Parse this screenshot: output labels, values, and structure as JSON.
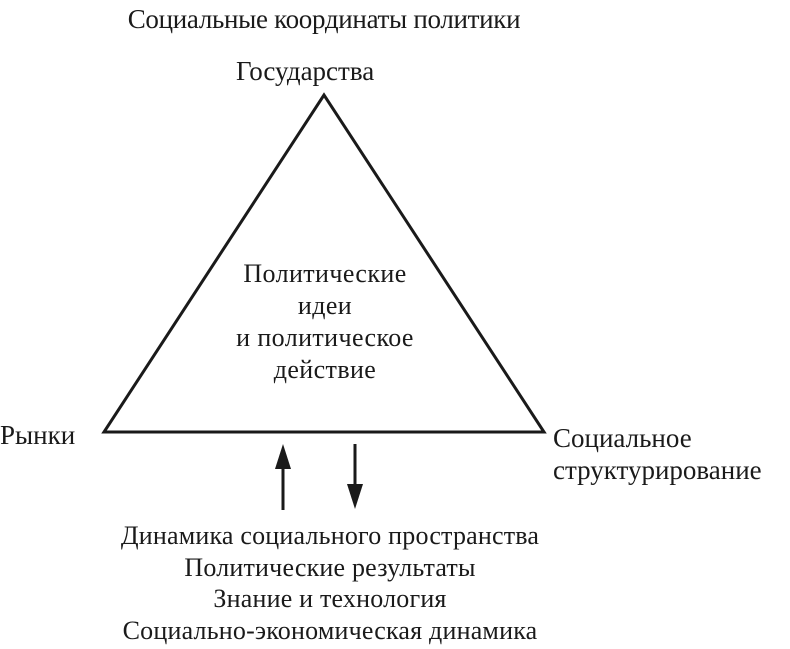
{
  "diagram": {
    "title": "Социальные координаты политики",
    "vertices": {
      "top": "Государства",
      "left": "Рынки",
      "right": [
        "Социальное",
        "структурирование"
      ]
    },
    "center": [
      "Политические",
      "идеи",
      "и политическое",
      "действие"
    ],
    "arrows": [
      {
        "direction": "up",
        "name": "upward-arrow"
      },
      {
        "direction": "down",
        "name": "downward-arrow"
      }
    ],
    "bottom": [
      "Динамика социального пространства",
      "Политические результаты",
      "Знание и технология",
      "Социально-экономическая динамика"
    ],
    "colors": {
      "stroke": "#1a1a1a",
      "background": "#ffffff"
    }
  }
}
